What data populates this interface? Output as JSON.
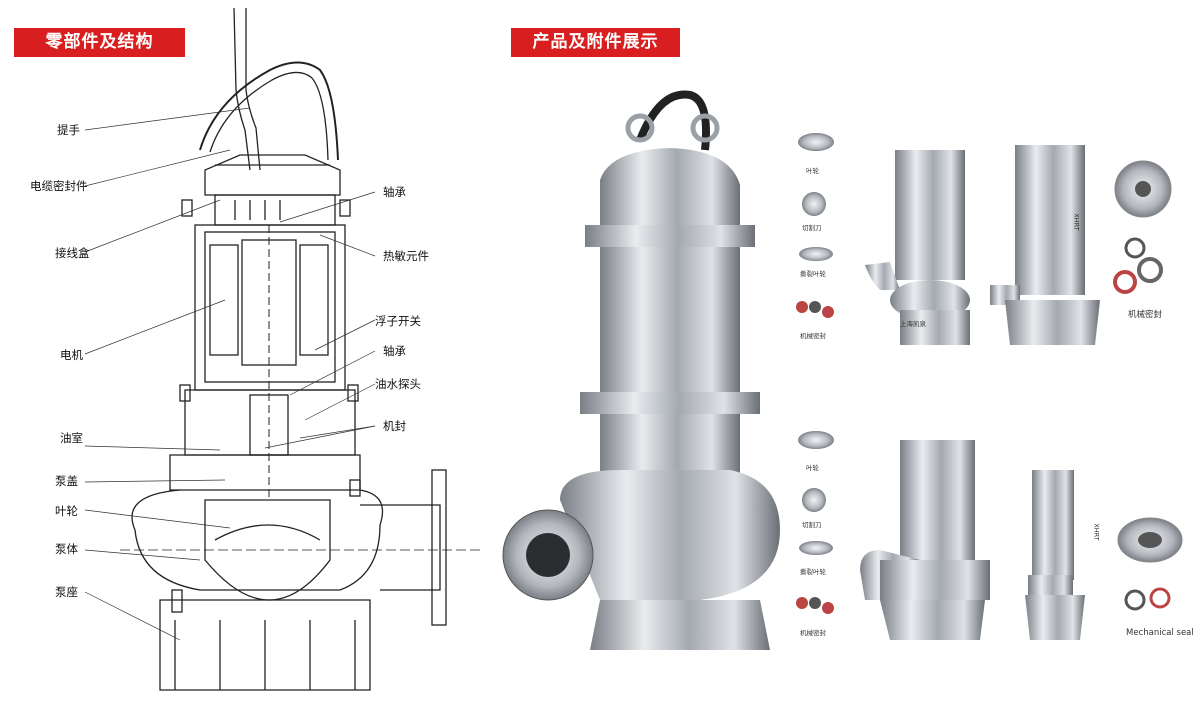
{
  "left_panel": {
    "title": "零部件及结构",
    "labels_left": [
      "提手",
      "电缆密封件",
      "接线盒",
      "电机",
      "油室",
      "泵盖",
      "叶轮",
      "泵体",
      "泵座"
    ],
    "labels_right": [
      "轴承",
      "热敏元件",
      "浮子开关",
      "轴承",
      "油水探头",
      "机封"
    ]
  },
  "right_panel": {
    "title": "产品及附件展示",
    "parts_upper": [
      "叶轮",
      "切割刀",
      "撕裂叶轮",
      "机械密封"
    ],
    "parts_lower": [
      "叶轮",
      "切割刀",
      "撕裂叶轮",
      "机械密封"
    ],
    "impeller_label": "机械密封",
    "seal_label_en": "Mechanical seal",
    "nameplate_text": "XHRT",
    "tag_text": "上海凯泉"
  },
  "colors": {
    "banner": "#d81e1e",
    "line": "#222222",
    "steel": "#b8bcc2"
  }
}
